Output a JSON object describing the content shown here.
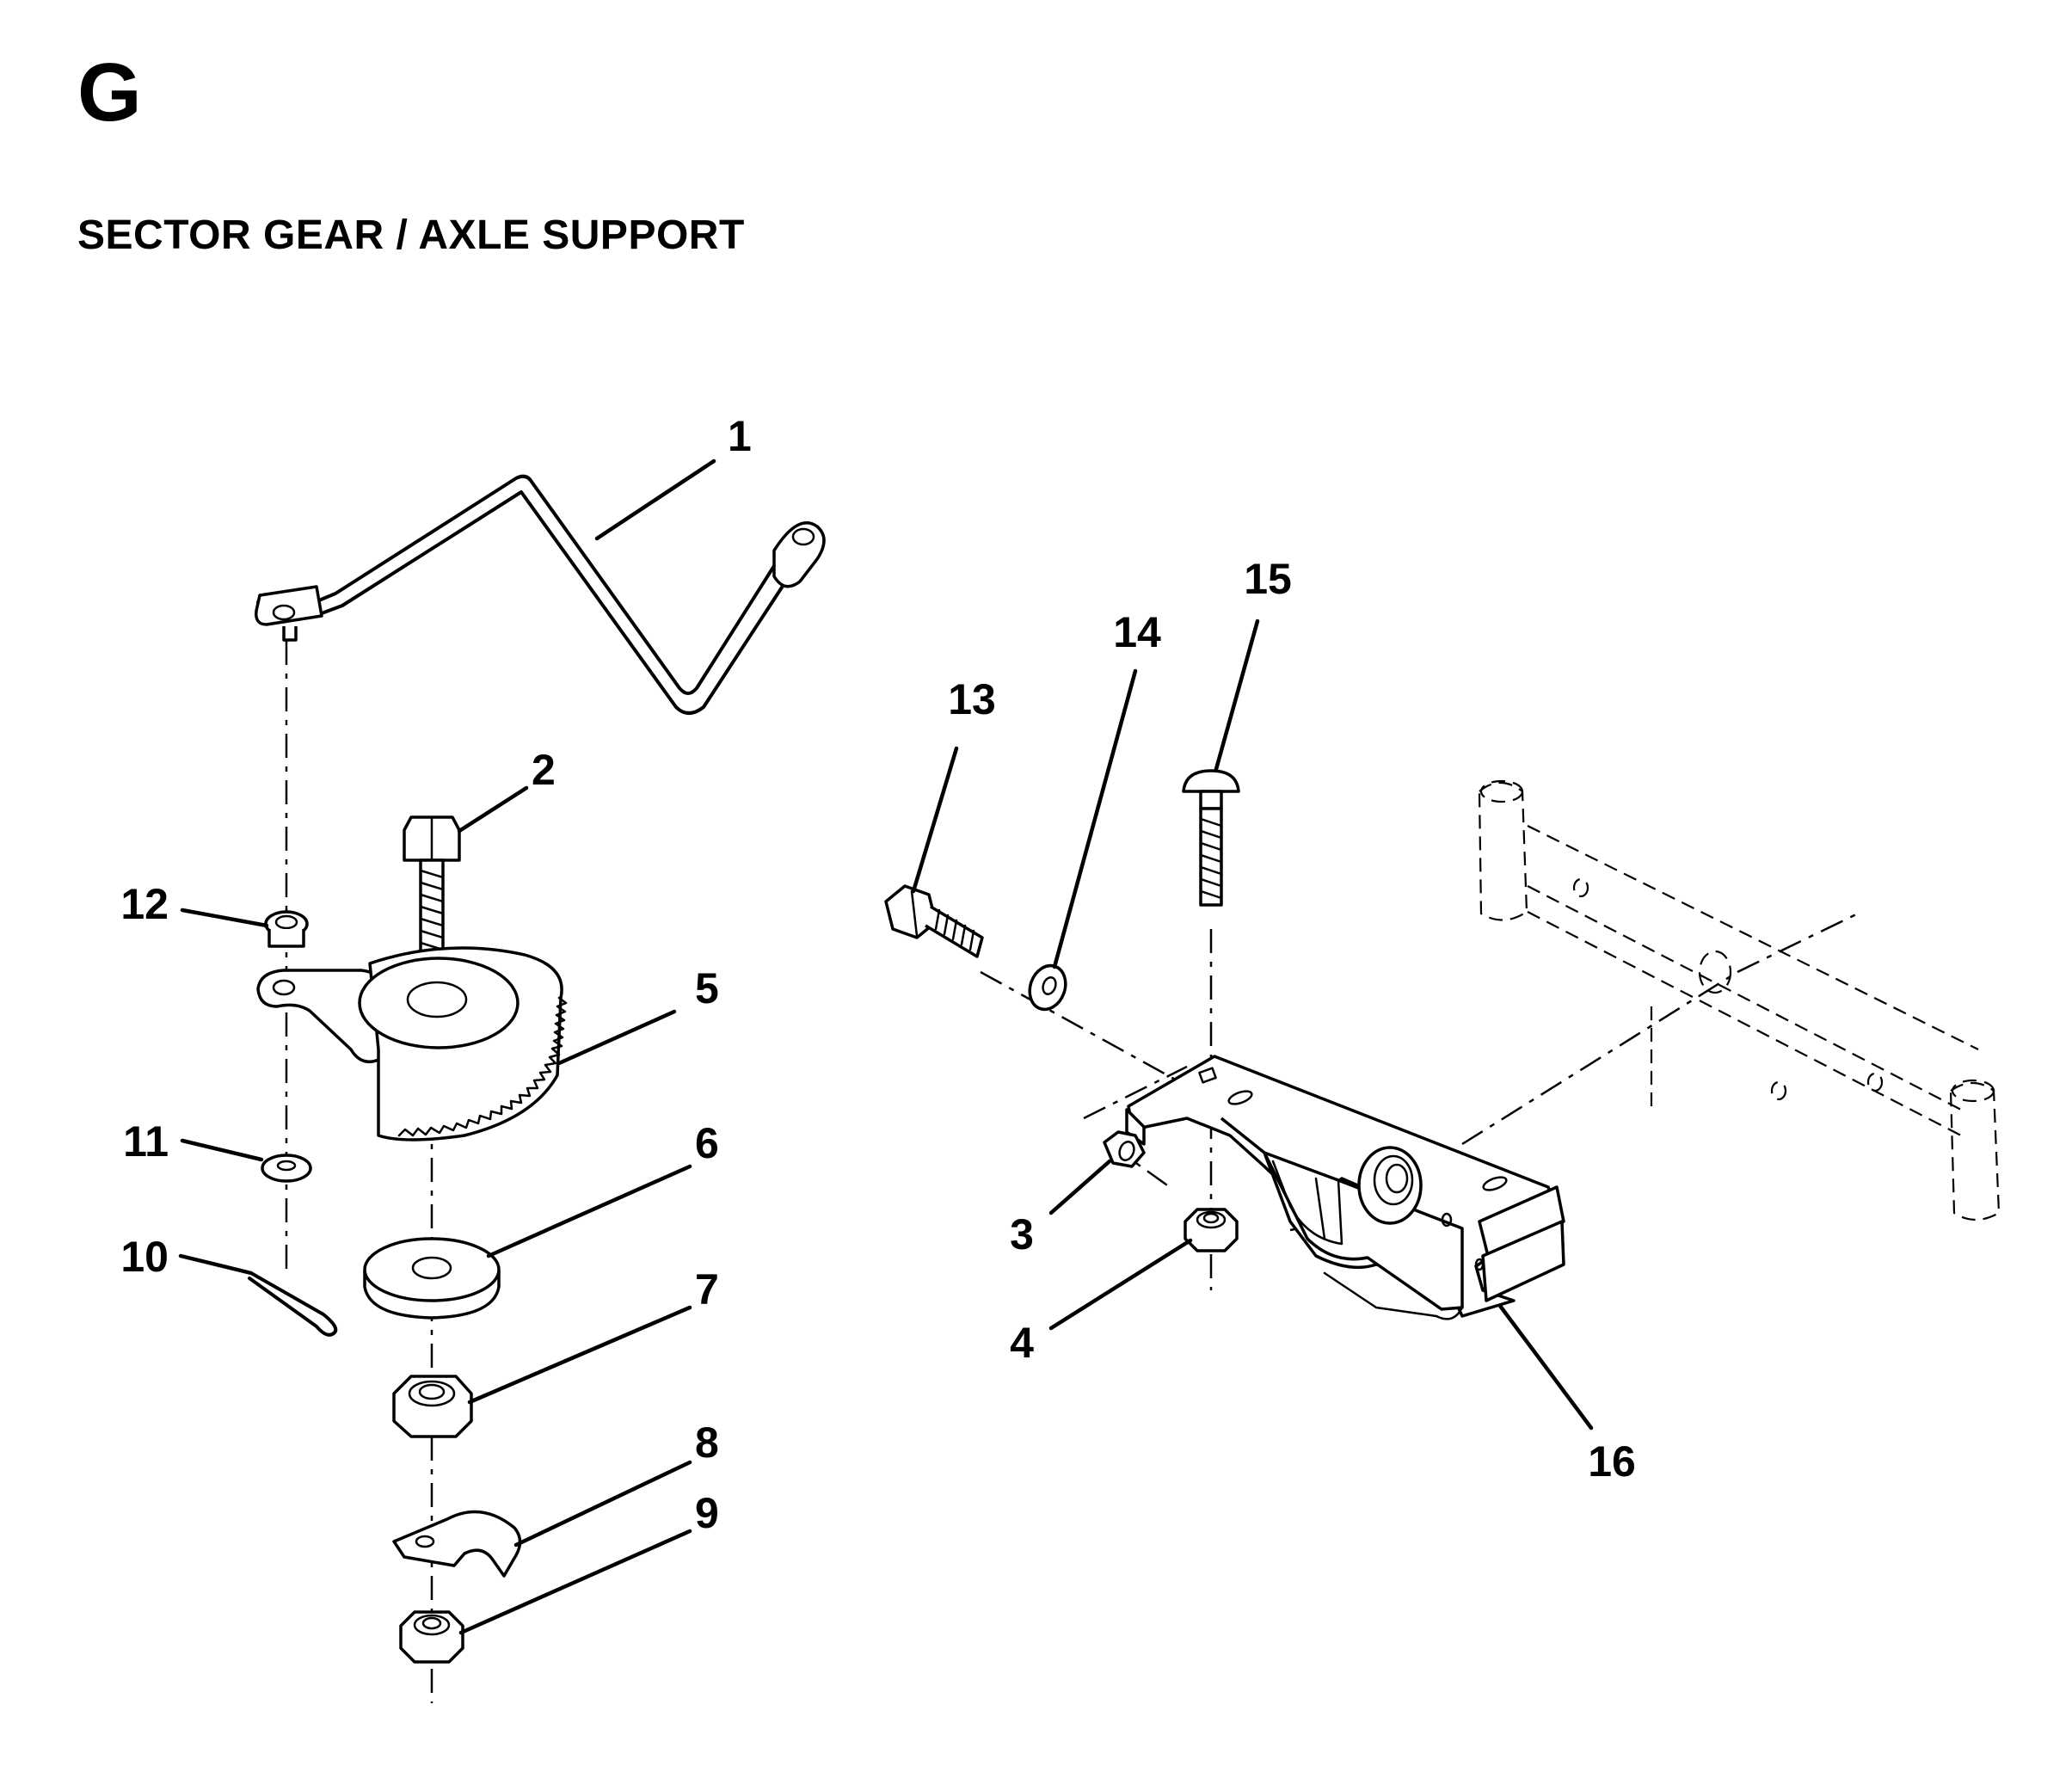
{
  "header": {
    "section_letter": "G",
    "section_title": "SECTOR GEAR / AXLE SUPPORT"
  },
  "callouts": [
    {
      "id": "1",
      "label": "1"
    },
    {
      "id": "2",
      "label": "2"
    },
    {
      "id": "3",
      "label": "3"
    },
    {
      "id": "4",
      "label": "4"
    },
    {
      "id": "5",
      "label": "5"
    },
    {
      "id": "6",
      "label": "6"
    },
    {
      "id": "7",
      "label": "7"
    },
    {
      "id": "8",
      "label": "8"
    },
    {
      "id": "9",
      "label": "9"
    },
    {
      "id": "10",
      "label": "10"
    },
    {
      "id": "11",
      "label": "11"
    },
    {
      "id": "12",
      "label": "12"
    },
    {
      "id": "13",
      "label": "13"
    },
    {
      "id": "14",
      "label": "14"
    },
    {
      "id": "15",
      "label": "15"
    },
    {
      "id": "16",
      "label": "16"
    }
  ],
  "colors": {
    "ink": "#000000",
    "paper": "#ffffff"
  }
}
